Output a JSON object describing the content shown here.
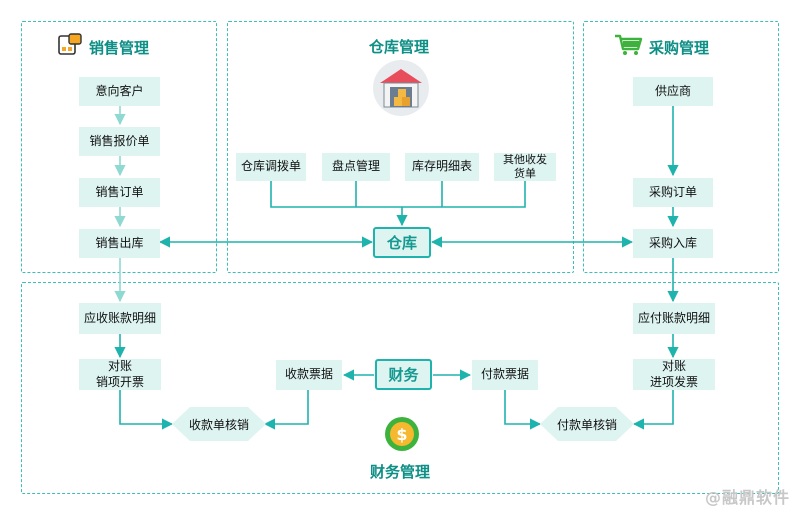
{
  "sales": {
    "title": "销售管理",
    "items": [
      "意向客户",
      "销售报价单",
      "销售订单",
      "销售出库"
    ]
  },
  "warehouse": {
    "title": "仓库管理",
    "items": [
      "仓库调拨单",
      "盘点管理",
      "库存明细表",
      "其他收发\n货单"
    ],
    "hub": "仓库"
  },
  "purchase": {
    "title": "采购管理",
    "items": [
      "供应商",
      "采购订单",
      "采购入库"
    ]
  },
  "finance": {
    "title": "财务管理",
    "hub": "财务",
    "receivable": "应收账款明细",
    "reconcile_sales": "对账\n销项开票",
    "receipt_notes": "收款票据",
    "receipt_verify": "收款单核销",
    "payable": "应付账款明细",
    "reconcile_purchase": "对账\n进项发票",
    "payment_notes": "付款票据",
    "payment_verify": "付款单核销"
  },
  "watermark": "@融鼎软件",
  "colors": {
    "accent": "#1fb3ad",
    "box_fill": "#ddf4f1",
    "title": "#0e8f86",
    "border": "#3bbfb8"
  }
}
